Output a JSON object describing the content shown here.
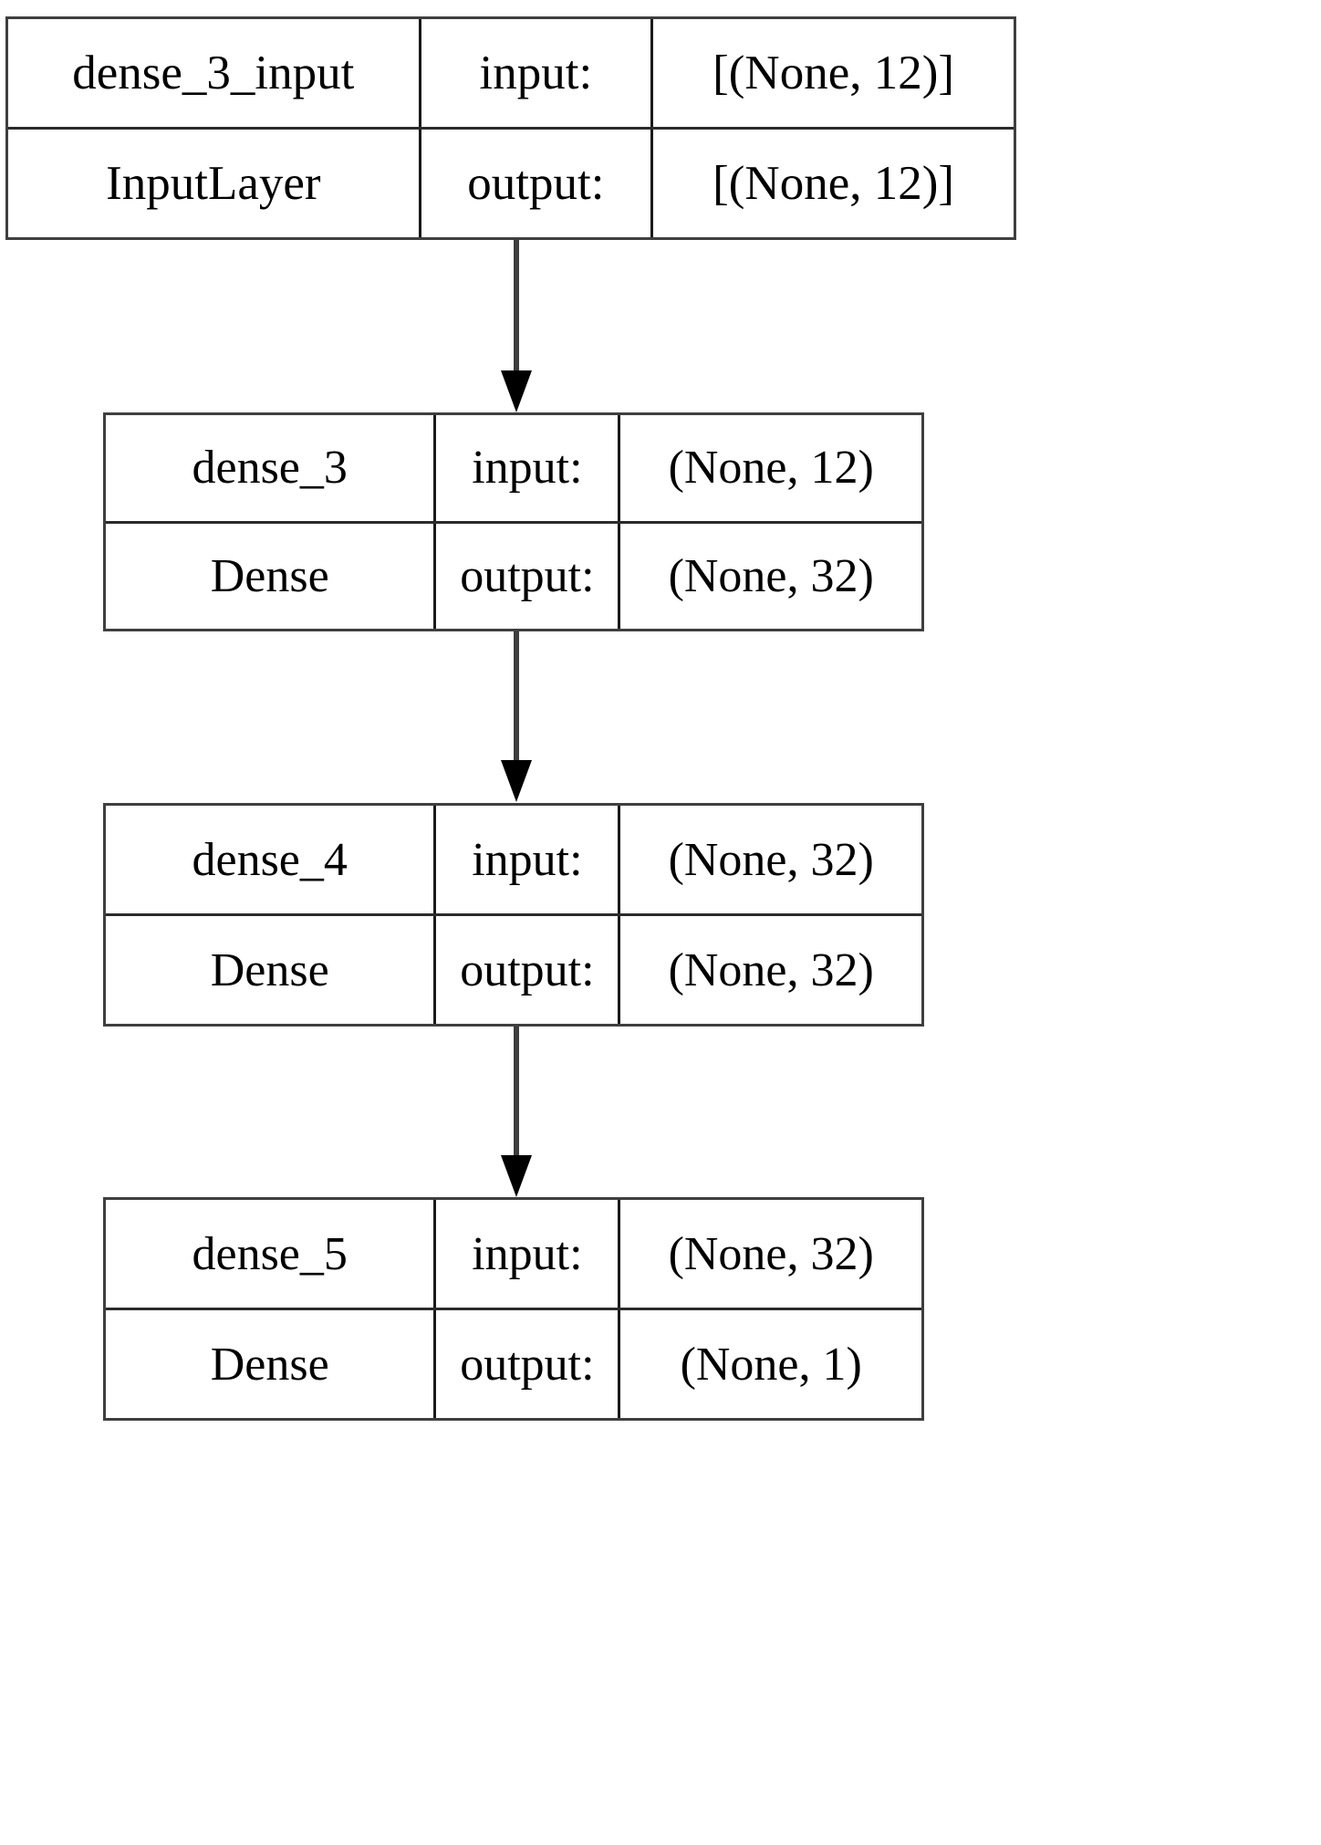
{
  "diagram": {
    "type": "keras-model-architecture",
    "orientation": "vertical-top-to-bottom",
    "row_labels": {
      "input": "input:",
      "output": "output:"
    },
    "colors": {
      "background": "#ffffff",
      "box_border": "#3f3f3f",
      "cell_divider": "#1a1a1a",
      "text": "#000000",
      "edge_line": "#3d3d3d",
      "arrow_head": "#000000"
    },
    "nodes": [
      {
        "name": "dense_3_input",
        "class_name": "InputLayer",
        "input_label": "input:",
        "output_label": "output:",
        "input_shape": "[(None, 12)]",
        "output_shape": "[(None, 12)]"
      },
      {
        "name": "dense_3",
        "class_name": "Dense",
        "input_label": "input:",
        "output_label": "output:",
        "input_shape": "(None, 12)",
        "output_shape": "(None, 32)"
      },
      {
        "name": "dense_4",
        "class_name": "Dense",
        "input_label": "input:",
        "output_label": "output:",
        "input_shape": "(None, 32)",
        "output_shape": "(None, 32)"
      },
      {
        "name": "dense_5",
        "class_name": "Dense",
        "input_label": "input:",
        "output_label": "output:",
        "input_shape": "(None, 32)",
        "output_shape": "(None, 1)"
      }
    ],
    "edges": [
      {
        "from": "dense_3_input",
        "to": "dense_3"
      },
      {
        "from": "dense_3",
        "to": "dense_4"
      },
      {
        "from": "dense_4",
        "to": "dense_5"
      }
    ]
  }
}
